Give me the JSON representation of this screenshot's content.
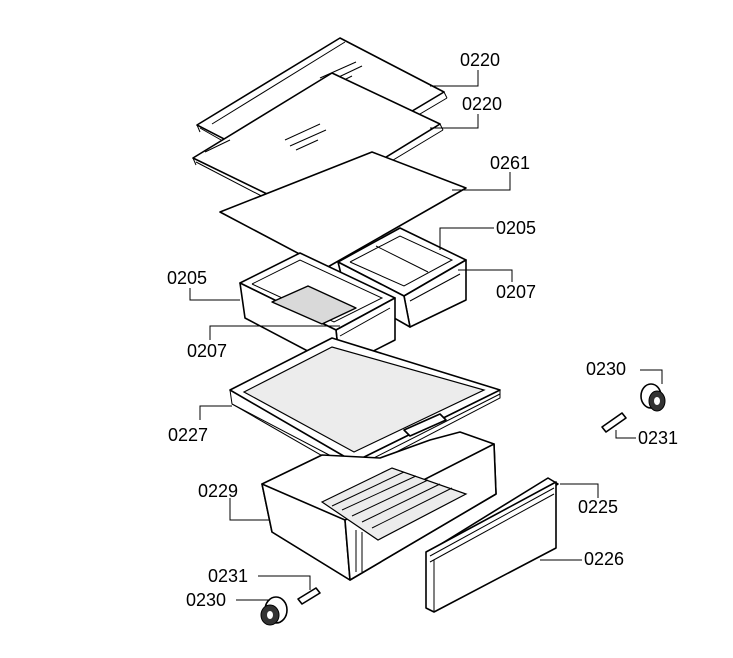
{
  "labels": {
    "l0220a": "0220",
    "l0220b": "0220",
    "l0261": "0261",
    "l0205r": "0205",
    "l0207r": "0207",
    "l0205l": "0205",
    "l0207l": "0207",
    "l0227": "0227",
    "l0229": "0229",
    "l0225": "0225",
    "l0226": "0226",
    "l0230r": "0230",
    "l0231r": "0231",
    "l0231l": "0231",
    "l0230l": "0230"
  }
}
